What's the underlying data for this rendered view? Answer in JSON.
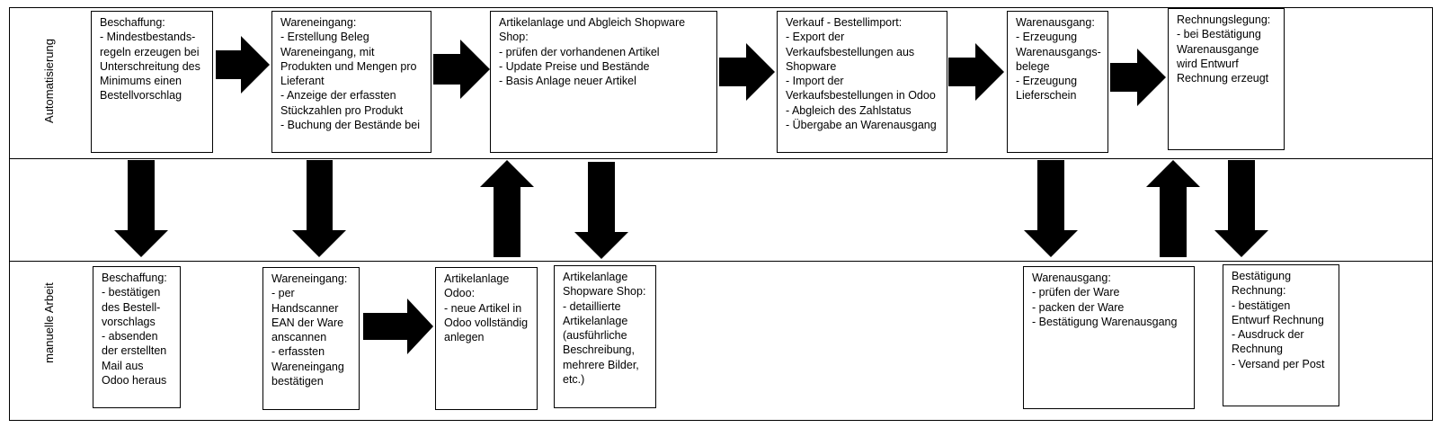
{
  "lanes": {
    "top": "Automatisierung",
    "bottom": "manuelle Arbeit"
  },
  "boxes": {
    "beschaffung_auto": {
      "title": "Beschaffung:",
      "lines": [
        "- Mindestbestands-",
        "regeln erzeugen bei",
        "Unterschreitung des",
        "Minimums einen",
        "Bestellvorschlag"
      ]
    },
    "wareneingang_auto": {
      "title": "Wareneingang:",
      "lines": [
        "- Erstellung Beleg",
        "Wareneingang, mit",
        "Produkten und Mengen pro",
        "Lieferant",
        "- Anzeige der erfassten",
        "Stückzahlen pro Produkt",
        "- Buchung der Bestände bei"
      ]
    },
    "artikelanlage_auto": {
      "title": "Artikelanlage und Abgleich Shopware",
      "lines": [
        "Shop:",
        "- prüfen der vorhandenen Artikel",
        "- Update Preise und Bestände",
        "- Basis Anlage neuer Artikel"
      ]
    },
    "verkauf_auto": {
      "title": "Verkauf - Bestellimport:",
      "lines": [
        "- Export der",
        "Verkaufsbestellungen aus",
        "Shopware",
        "- Import der",
        "Verkaufsbestellungen in Odoo",
        "- Abgleich des Zahlstatus",
        "- Übergabe an Warenausgang"
      ]
    },
    "warenausgang_auto": {
      "title": "Warenausgang:",
      "lines": [
        "- Erzeugung",
        "Warenausgangs-",
        "belege",
        "- Erzeugung",
        "Lieferschein"
      ]
    },
    "rechnung_auto": {
      "title": "Rechnungslegung:",
      "lines": [
        "- bei Bestätigung",
        "Warenausgange",
        "wird Entwurf",
        "Rechnung erzeugt"
      ]
    },
    "beschaffung_manual": {
      "title": "Beschaffung:",
      "lines": [
        "- bestätigen",
        "des Bestell-",
        "vorschlags",
        "- absenden",
        "der erstellten",
        "Mail aus",
        "Odoo heraus"
      ]
    },
    "wareneingang_manual": {
      "title": "Wareneingang:",
      "lines": [
        "- per",
        "Handscanner",
        "EAN der Ware",
        "anscannen",
        "- erfassten",
        "Wareneingang",
        "bestätigen"
      ]
    },
    "artikel_odoo_manual": {
      "title": "Artikelanlage",
      "lines": [
        "Odoo:",
        "- neue Artikel in",
        "Odoo vollständig",
        "anlegen"
      ]
    },
    "artikel_shopware_manual": {
      "title": "Artikelanlage",
      "lines": [
        "Shopware Shop:",
        "- detaillierte",
        "Artikelanlage",
        "(ausführliche",
        "Beschreibung,",
        "mehrere Bilder,",
        "etc.)"
      ]
    },
    "warenausgang_manual": {
      "title": "Warenausgang:",
      "lines": [
        "- prüfen der Ware",
        "- packen der Ware",
        "- Bestätigung Warenausgang"
      ]
    },
    "rechnung_manual": {
      "title": "Bestätigung",
      "lines": [
        "Rechnung:",
        "- bestätigen",
        "Entwurf Rechnung",
        "- Ausdruck der",
        "Rechnung",
        "- Versand per Post"
      ]
    }
  },
  "arrows": [
    {
      "id": "arrow-beschaffung-to-wareneingang",
      "direction": "right"
    },
    {
      "id": "arrow-wareneingang-to-artikelanlage",
      "direction": "right"
    },
    {
      "id": "arrow-artikelanlage-to-verkauf",
      "direction": "right"
    },
    {
      "id": "arrow-verkauf-to-warenausgang",
      "direction": "right"
    },
    {
      "id": "arrow-warenausgang-to-rechnung",
      "direction": "right"
    },
    {
      "id": "arrow-beschaffung-down",
      "direction": "down"
    },
    {
      "id": "arrow-wareneingang-down",
      "direction": "down"
    },
    {
      "id": "arrow-artikel-odoo-up",
      "direction": "up"
    },
    {
      "id": "arrow-artikelanlage-down",
      "direction": "down"
    },
    {
      "id": "arrow-warenausgang-down",
      "direction": "down"
    },
    {
      "id": "arrow-warenausgang-manual-up",
      "direction": "up"
    },
    {
      "id": "arrow-rechnung-down",
      "direction": "down"
    },
    {
      "id": "arrow-manual-wareneingang-to-odoo",
      "direction": "right"
    }
  ]
}
